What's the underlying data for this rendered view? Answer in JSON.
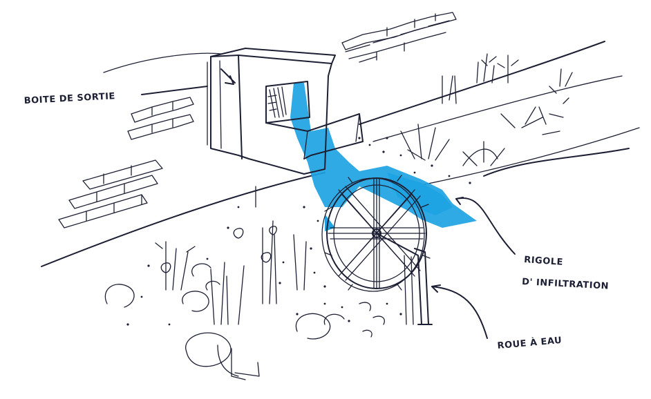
{
  "labels": {
    "outlet_box": "BOITE DE SORTIE",
    "infiltration_line1": "RIGOLE",
    "infiltration_line2": "D' INFILTRATION",
    "water_wheel": "ROUE À EAU"
  },
  "colors": {
    "ink": "#1c1f33",
    "water": "#1ea3e3",
    "background": "#ffffff"
  }
}
